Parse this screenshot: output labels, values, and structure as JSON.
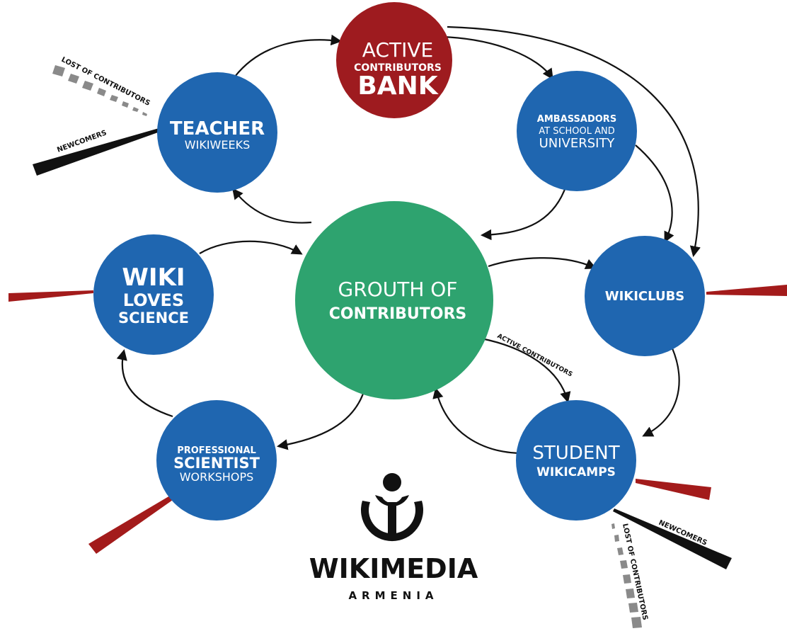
{
  "colors": {
    "node_blue": "#1f66b0",
    "node_red": "#9e1b1f",
    "node_green": "#2ea36f",
    "arrow": "#111111",
    "wedge_red": "#a31b1b"
  },
  "nodes": {
    "bank": {
      "line1": "ACTIVE",
      "line2": "CONTRIBUTORS",
      "line3": "BANK"
    },
    "teacher": {
      "line1": "TEACHER",
      "line2": "WIKIWEEKS"
    },
    "ambassadors": {
      "line1": "AMBASSADORS",
      "line2": "AT SCHOOL AND",
      "line3": "UNIVERSITY"
    },
    "center": {
      "line1": "GROUTH OF",
      "line2": "CONTRIBUTORS"
    },
    "wls": {
      "line1": "WIKI",
      "line2": "LOVES",
      "line3": "SCIENCE"
    },
    "wikiclubs": {
      "line1": "WIKICLUBS"
    },
    "scientist": {
      "line1": "PROFESSIONAL",
      "line2": "SCIENTIST",
      "line3": "WORKSHOPS"
    },
    "camps": {
      "line1": "STUDENT",
      "line2": "WIKICAMPS"
    }
  },
  "edge_labels": {
    "active_contributors": "ACTIVE CONTRIBUTORS"
  },
  "wedge_labels": {
    "lost_teacher": "LOST OF CONTRIBUTORS",
    "newcomers_teacher": "NEWCOMERS",
    "lost_camps": "LOST OF CONTRIBUTORS",
    "newcomers_camps": "NEWCOMERS"
  },
  "logo": {
    "icon": "wikimedia-logo-icon",
    "name": "WIKIMEDIA",
    "sub": "ARMENIA"
  }
}
